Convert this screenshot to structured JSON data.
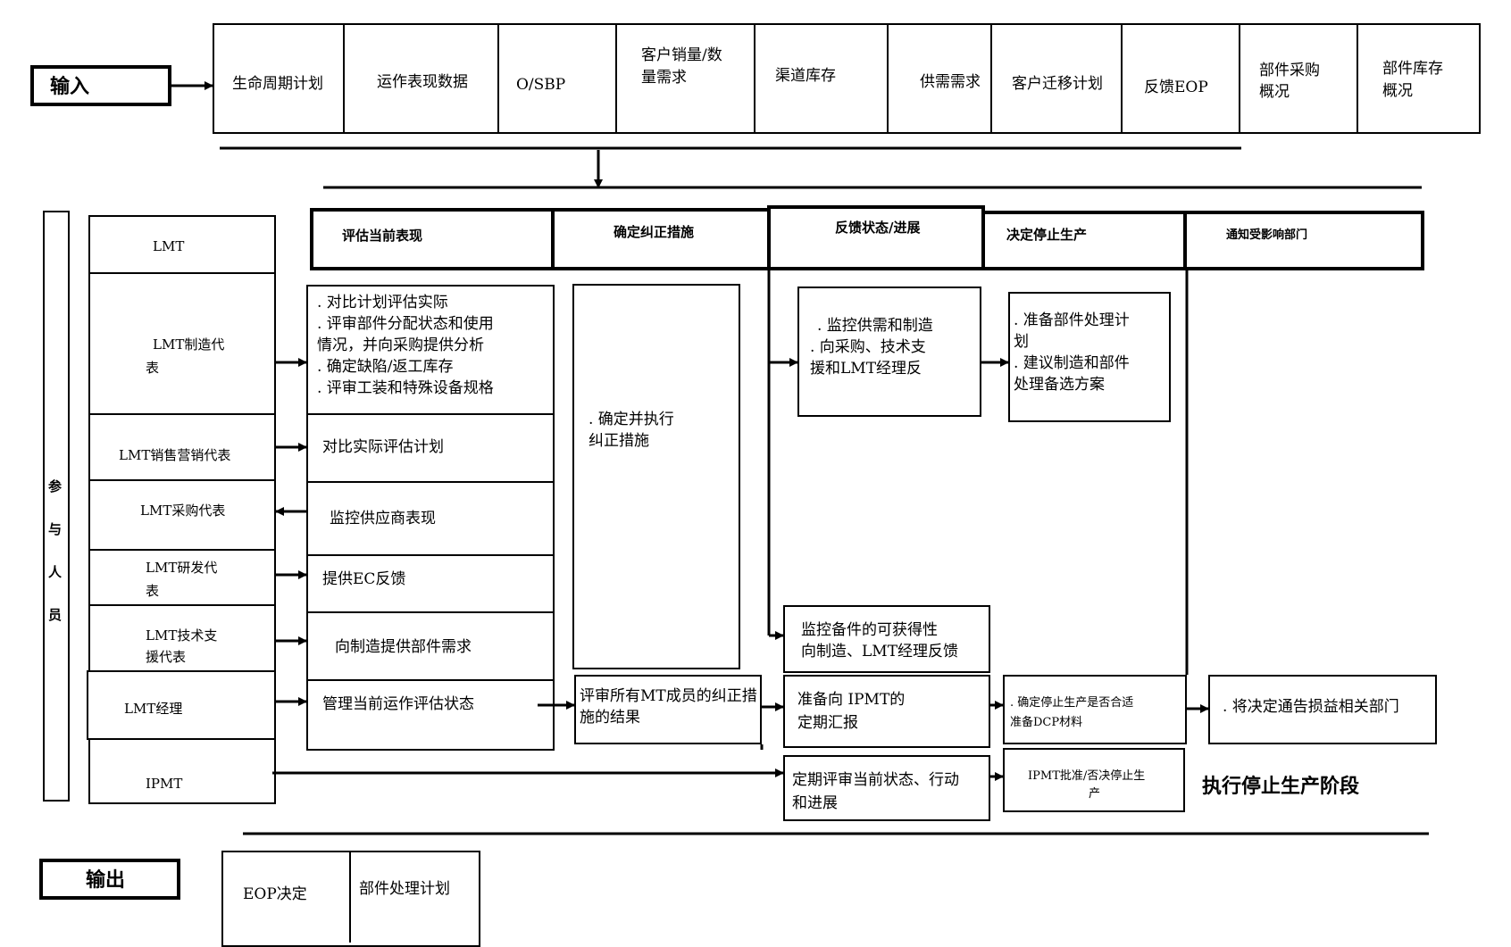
{
  "input": {
    "label": "输入",
    "items": [
      "生命周期计划",
      "运作表现数据",
      "O/SBP",
      "客户销量/数",
      "量需求",
      "渠道库存",
      "供需需求",
      "客户迁移计划",
      "反馈EOP",
      "部件采购",
      "概况",
      "部件库存",
      "概况"
    ]
  },
  "phases": [
    "评估当前表现",
    "确定纠正措施",
    "反馈状态/进展",
    "决定停止生产",
    "通知受影响部门"
  ],
  "participants": {
    "label_chars": [
      "参",
      "与",
      "人",
      "员"
    ],
    "roles": [
      "LMT",
      "LMT制造代",
      "表",
      "LMT销售营销代表",
      "LMT采购代表",
      "LMT研发代",
      "表",
      "LMT技术支",
      "援代表",
      "LMT经理",
      "IPMT"
    ]
  },
  "tasks": {
    "mfg": [
      ".  对比计划评估实际",
      ".  评审部件分配状态和使用",
      "   情况，并向采购提供分析",
      ".  确定缺陷/返工库存",
      ".  评审工装和特殊设备规格"
    ],
    "sales": "对比实际评估计划",
    "purchase": "监控供应商表现",
    "rd": "提供EC反馈",
    "support": "向制造提供部件需求",
    "manager": "管理当前运作评估状态",
    "corrective": [
      ".     确定并执行",
      "      纠正措施"
    ],
    "review_results": [
      "评审所有MT成员的纠正措",
      "施的结果"
    ],
    "monitor_supply": [
      ".      监控供需和制造",
      ".    向采购、技术支",
      "      援和LMT经理反"
    ],
    "prepare_plan": [
      ".  准备部件处理计",
      "    划",
      ".  建议制造和部件",
      "    处理备选方案"
    ],
    "monitor_spares": [
      "监控备件的可获得性",
      "向制造、LMT经理反馈"
    ],
    "prepare_report": [
      "准备向  IPMT的",
      "定期汇报"
    ],
    "confirm_stop": [
      ".  确定停止生产是否合适",
      "   准备DCP材料"
    ],
    "notify": ".  将决定通告损益相关部门",
    "periodic_review": [
      "定期评审当前状态、行动",
      "和进展"
    ],
    "ipmt_approve": [
      "IPMT批准/否决停止生",
      "产"
    ]
  },
  "stage_label": "执行停止生产阶段",
  "output": {
    "label": "输出",
    "items": [
      "EOP决定",
      "部件处理计划"
    ]
  }
}
